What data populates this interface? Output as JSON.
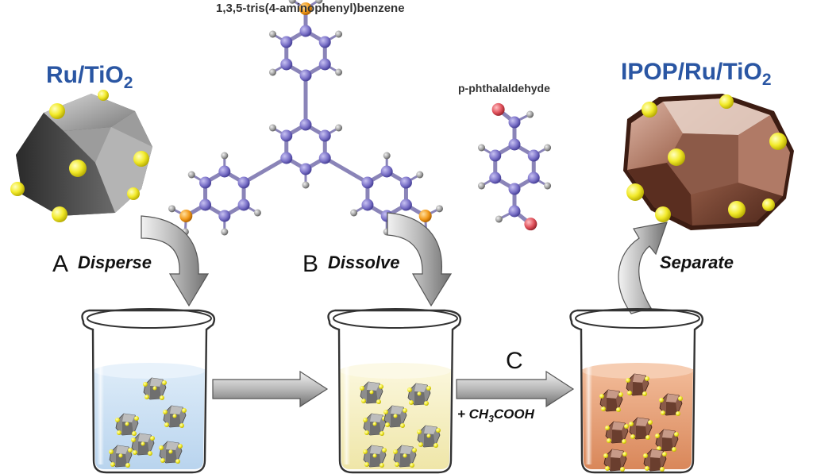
{
  "labels": {
    "ru_tio2": "Ru/TiO",
    "ru_tio2_sub": "2",
    "ipop_ru_tio2": "IPOP/Ru/TiO",
    "ipop_ru_tio2_sub": "2",
    "amine_name": "1,3,5-tris(4-aminophenyl)benzene",
    "aldehyde_name": "p-phthalaldehyde"
  },
  "steps": [
    {
      "letter": "A",
      "word": "Disperse"
    },
    {
      "letter": "B",
      "word": "Dissolve"
    },
    {
      "letter": "C",
      "word": ""
    },
    {
      "letter": "",
      "word": "Separate"
    }
  ],
  "reagent": {
    "prefix": "+ CH",
    "sub": "3",
    "suffix": "COOH"
  },
  "colors": {
    "title_blue": "#2a56a3",
    "atom_carbon": "#7b72c8",
    "atom_nitrogen": "#f29a1a",
    "atom_oxygen": "#e0505a",
    "atom_hydrogen": "#9a9a9a",
    "particle_gray": "#8a8a8a",
    "ru_yellow": "#f2ea2a",
    "coating_copper": "#a0654e",
    "liquid_blue": "#cfe3f4",
    "liquid_yellow": "#f6f0c4",
    "liquid_orange": "#e8a37a"
  }
}
